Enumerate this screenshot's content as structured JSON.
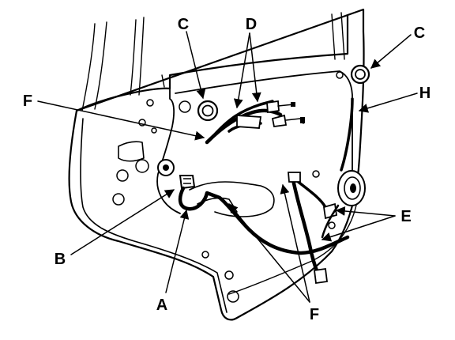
{
  "diagram": {
    "labels": {
      "a": "A",
      "b": "B",
      "c_left": "C",
      "c_right": "C",
      "d": "D",
      "e": "E",
      "f_top": "F",
      "f_bottom": "F",
      "h": "H"
    },
    "colors": {
      "ink": "#000000",
      "paper": "#ffffff"
    }
  }
}
